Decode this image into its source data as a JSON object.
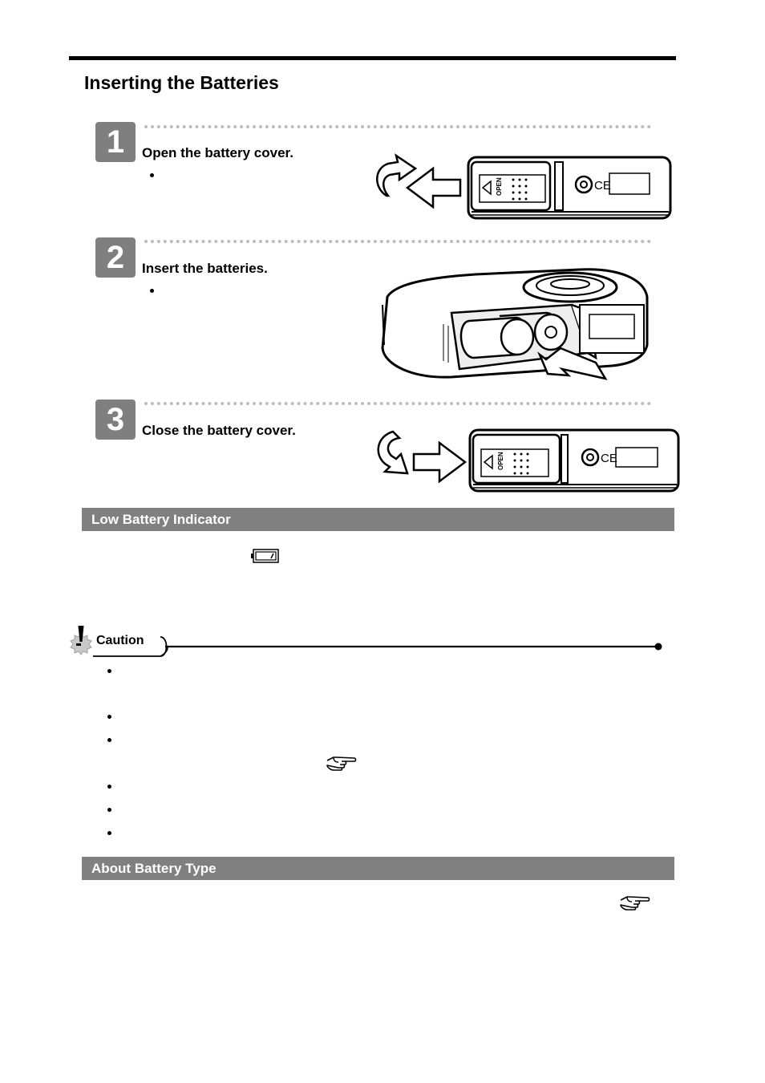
{
  "page": {
    "title": "Inserting the Batteries"
  },
  "steps": [
    {
      "number": "1",
      "title": "Open the battery cover."
    },
    {
      "number": "2",
      "title": "Insert the batteries."
    },
    {
      "number": "3",
      "title": "Close the battery cover."
    }
  ],
  "sections": {
    "low_battery": "Low Battery Indicator",
    "about_battery": "About Battery Type"
  },
  "caution": {
    "label": "Caution"
  },
  "figure_labels": {
    "open": "OPEN",
    "ce": "CE"
  },
  "icons": {
    "battery": "low-battery-icon",
    "pointing": "pointing-hand-icon",
    "caution": "caution-burst-icon"
  }
}
